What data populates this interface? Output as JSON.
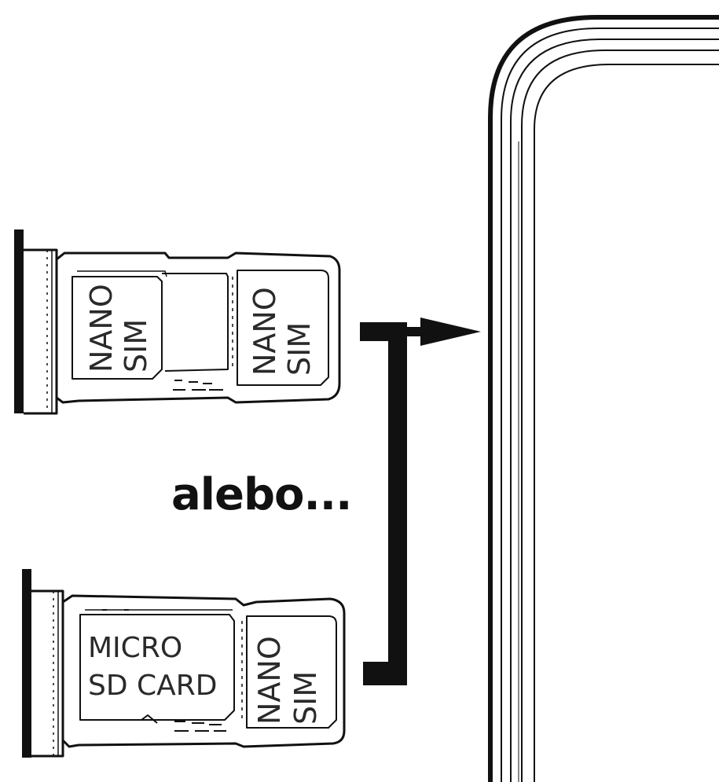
{
  "or_text": "alebo...",
  "tray_top": {
    "slot_left": {
      "line1": "NANO",
      "line2": "SIM"
    },
    "slot_right": {
      "line1": "NANO",
      "line2": "SIM"
    }
  },
  "tray_bottom": {
    "slot_left": {
      "line1": "MICRO",
      "line2": "SD CARD"
    },
    "slot_right": {
      "line1": "NANO",
      "line2": "SIM"
    }
  },
  "colors": {
    "ink": "#111111",
    "label": "#2a2a2a",
    "background": "#ffffff"
  }
}
